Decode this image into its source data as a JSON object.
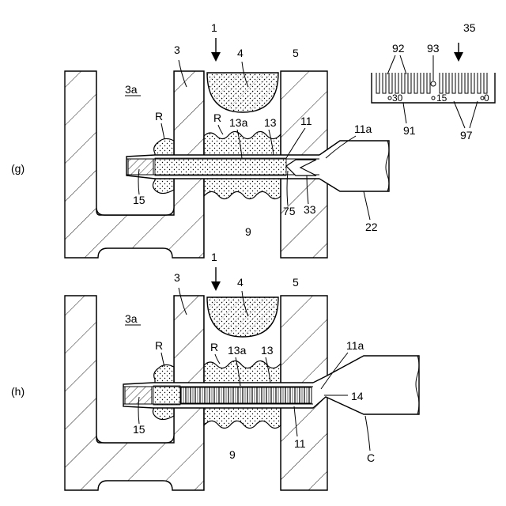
{
  "panel_g": {
    "tag": "(g)",
    "labels": {
      "l1": "1",
      "l3": "3",
      "l3a": "3a",
      "l4": "4",
      "l5": "5",
      "lR1": "R",
      "lR2": "R",
      "l13a": "13a",
      "l13": "13",
      "l11": "11",
      "l11a": "11a",
      "l15": "15",
      "l75": "75",
      "l33": "33",
      "l9": "9",
      "l22": "22"
    }
  },
  "panel_h": {
    "tag": "(h)",
    "labels": {
      "l1": "1",
      "l3": "3",
      "l3a": "3a",
      "l4": "4",
      "l5": "5",
      "lR1": "R",
      "lR2": "R",
      "l13a": "13a",
      "l13": "13",
      "l11": "11",
      "l11a": "11a",
      "l14": "14",
      "l15": "15",
      "l9": "9",
      "lC": "C"
    }
  },
  "scale": {
    "labels": {
      "l35": "35",
      "l92": "92",
      "l93": "93",
      "l91": "91",
      "l97": "97"
    },
    "ticks": {
      "t30": "30",
      "t15": "15",
      "t0": "0"
    }
  }
}
